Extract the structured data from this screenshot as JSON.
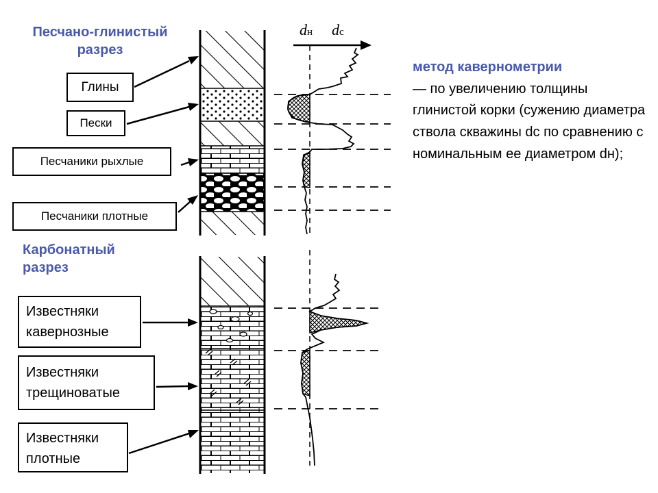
{
  "sandy_section": {
    "title_line1": "Песчано-глинистый",
    "title_line2": "разрез"
  },
  "carbonate_section": {
    "title_line1": "Карбонатный",
    "title_line2": "разрез"
  },
  "labels": {
    "clays": "Глины",
    "sands": "Пески",
    "loose_sandstones": "Песчаники рыхлые",
    "dense_sandstones": "Песчаники плотные",
    "cavernous_limestones": {
      "line1": "Известняки",
      "line2": "кавернозные"
    },
    "fractured_limestones": {
      "line1": "Известняки",
      "line2": "трещиноватые"
    },
    "dense_limestones": {
      "line1": "Известняки",
      "line2": "плотные"
    }
  },
  "log_header": {
    "dn": "d",
    "dn_sub": "н",
    "dc": "d",
    "dc_sub": "c"
  },
  "method": {
    "title": "метод кавернометрии",
    "text": "— по увеличению толщины глинистой корки (сужению диаметра ствола скважины dc по сравнению с номинальным ее диаметром dн);"
  },
  "lithology": {
    "sandy_column": [
      {
        "rock": "clay",
        "pattern": "hatch",
        "from": 0,
        "to": 4
      },
      {
        "rock": "sand",
        "pattern": "dots",
        "from": 4,
        "to": 6
      },
      {
        "rock": "clay",
        "pattern": "hatch",
        "from": 6,
        "to": 7.5
      },
      {
        "rock": "loose sandstone",
        "pattern": "bricks",
        "from": 7.5,
        "to": 9
      },
      {
        "rock": "dense sandstone",
        "pattern": "ovals",
        "from": 9,
        "to": 11
      },
      {
        "rock": "clay",
        "pattern": "hatch",
        "from": 11,
        "to": 13
      }
    ],
    "carbonate_column": [
      {
        "rock": "clay",
        "pattern": "hatch",
        "from": 0,
        "to": 3
      },
      {
        "rock": "cavernous limestone",
        "pattern": "bricks-caverns",
        "from": 3,
        "to": 5.5
      },
      {
        "rock": "fractured limestone",
        "pattern": "bricks-fractures",
        "from": 5.5,
        "to": 9
      },
      {
        "rock": "dense limestone",
        "pattern": "bricks",
        "from": 9,
        "to": 12
      }
    ]
  },
  "colors": {
    "heading": "#4a5aa8",
    "line": "#000000"
  }
}
